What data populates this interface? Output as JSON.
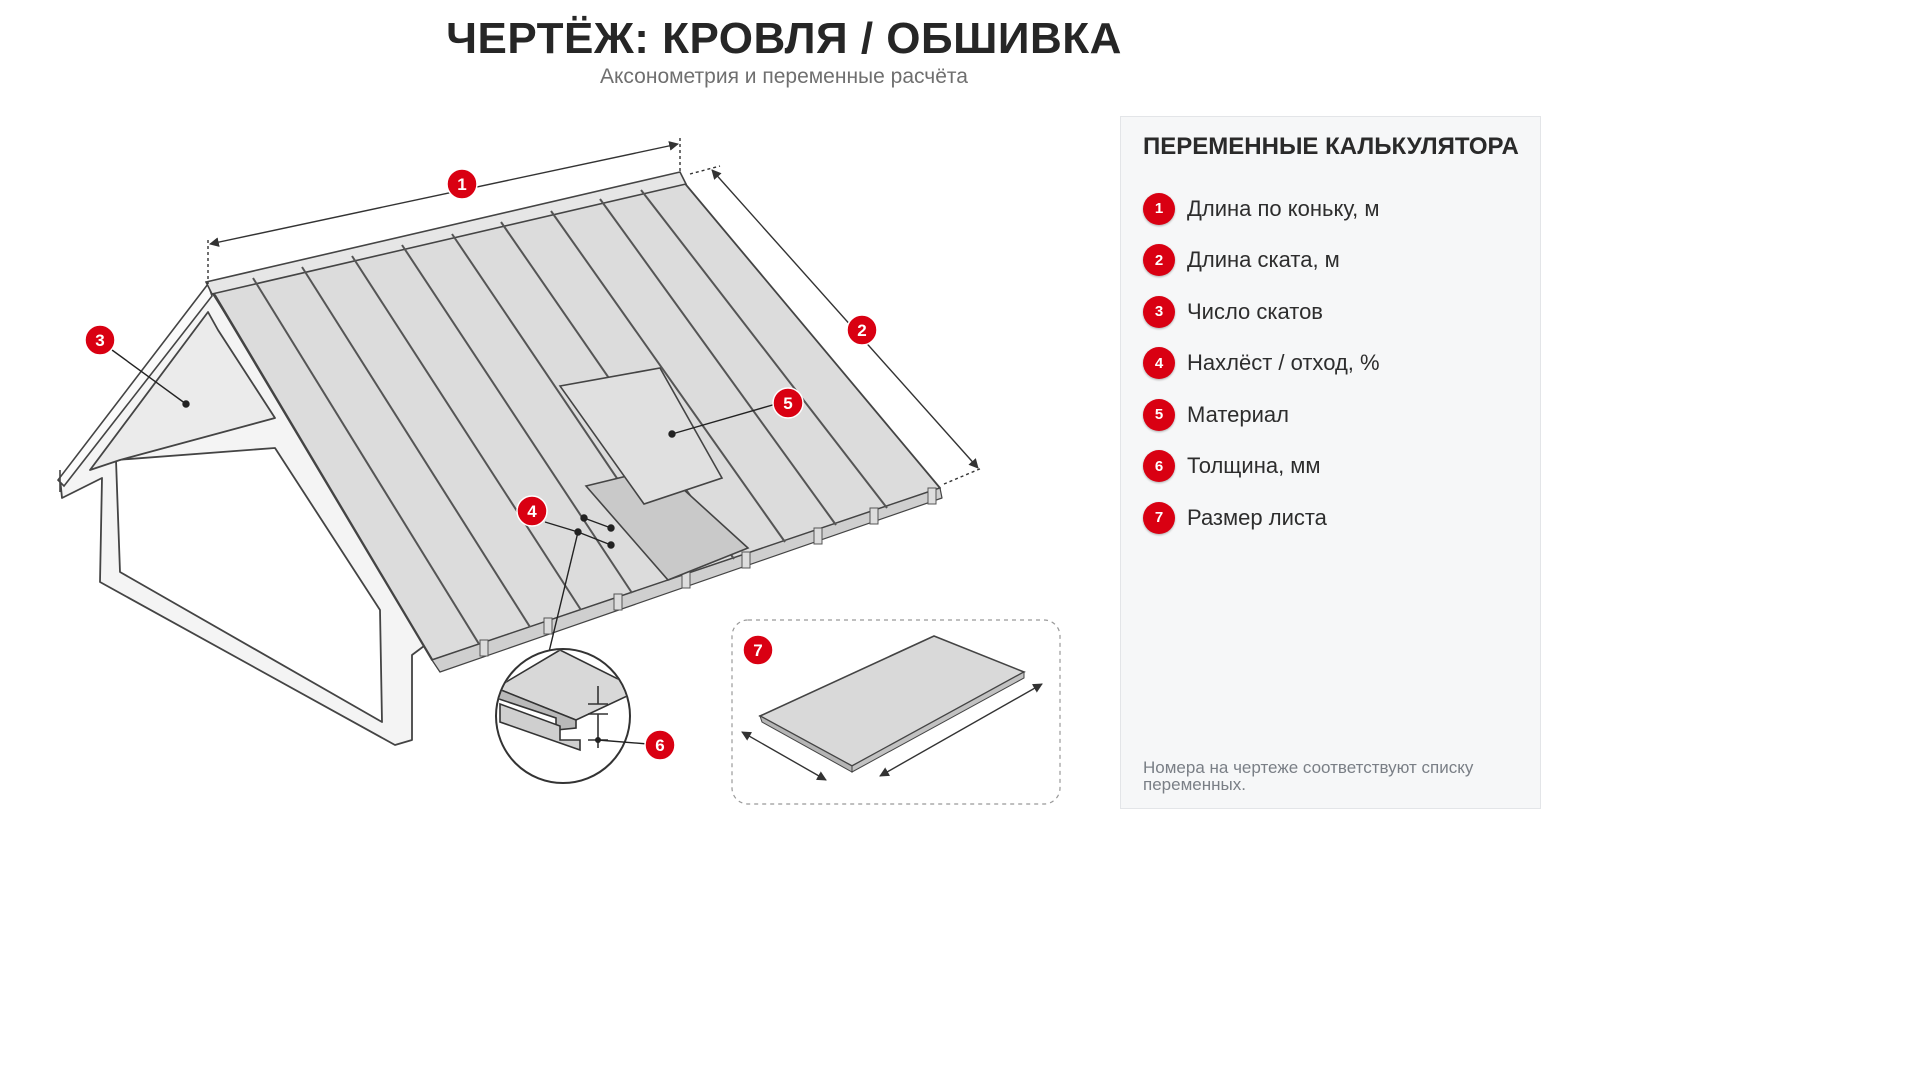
{
  "title": "ЧЕРТЁЖ: КРОВЛЯ / ОБШИВКА",
  "subtitle": "Аксонометрия и переменные расчёта",
  "colors": {
    "accent": "#d90012",
    "sheet": "#dcdcdc",
    "line": "#333333",
    "panel_bg": "#f6f7f8"
  },
  "drawing": {
    "callouts": [
      "1",
      "2",
      "3",
      "4",
      "5",
      "6",
      "7"
    ]
  },
  "panel": {
    "title": "ПЕРЕМЕННЫЕ КАЛЬКУЛЯТОРА",
    "items": [
      {
        "num": "1",
        "label": "Длина по коньку, м"
      },
      {
        "num": "2",
        "label": "Длина ската, м"
      },
      {
        "num": "3",
        "label": "Число скатов"
      },
      {
        "num": "4",
        "label": "Нахлёст / отход, %"
      },
      {
        "num": "5",
        "label": "Материал"
      },
      {
        "num": "6",
        "label": "Толщина, мм"
      },
      {
        "num": "7",
        "label": "Размер листа"
      }
    ],
    "note": "Номера на чертеже соответствуют списку переменных."
  }
}
